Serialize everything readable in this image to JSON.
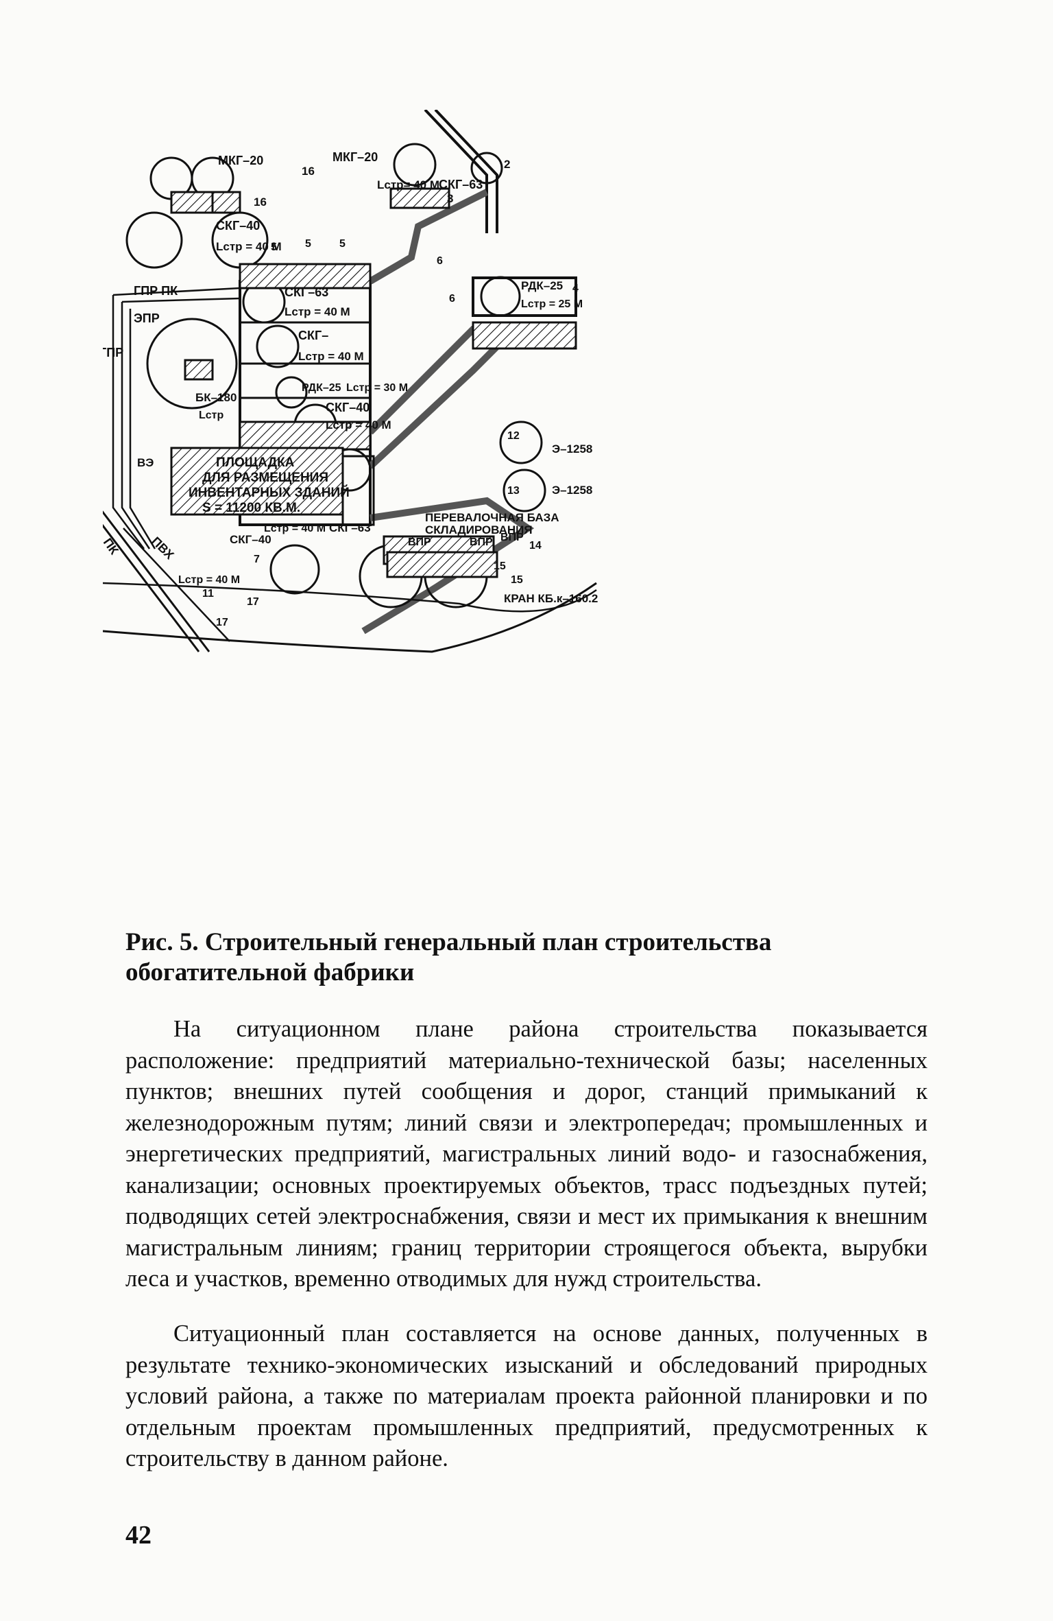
{
  "figure": {
    "labels": {
      "mkg20_left": "МКГ–20",
      "mkg20_right": "МКГ–20",
      "n16_a": "16",
      "n16_b": "16",
      "lstr_40_top": "Lстр= 40 М",
      "skg63_top": "СКГ–63",
      "n2": "2",
      "n3": "3",
      "skg40_left": "СКГ–40",
      "lstr_40_left": "Lстр = 40 М",
      "n5a": "5",
      "n5b": "5",
      "n5c": "5",
      "n6a": "6",
      "n6b": "6",
      "gpr_pk": "ГПР  ПК",
      "epr": "ЭПР",
      "gpr_vertical": "ГПР",
      "skg63_main": "СКГ–63",
      "lstr_40_main": "Lстр = 40 М",
      "skg_mid": "СКГ–",
      "lstr_40_mid": "Lстр = 40 М",
      "rdk25_mid": "РДК–25",
      "lstr_30": "Lстр = 30 М",
      "skg40_mid": "СКГ–40",
      "lstr_40_lower": "Lстр = 40 М",
      "bk180": "БК–180",
      "lstr_bk": "Lстр",
      "rdk25_right": "РДК–25",
      "lstr_25": "Lстр = 25 М",
      "n4": "4",
      "n12": "12",
      "n13": "13",
      "e1258_a": "Э–1258",
      "e1258_b": "Э–1258",
      "ve": "ВЭ",
      "ploshadka_1": "ПЛОЩАДКА",
      "ploshadka_2": "ДЛЯ РАЗМЕЩЕНИЯ",
      "ploshadka_3": "ИНВЕНТАРНЫХ ЗДАНИЙ",
      "ploshadka_4": "S = 11200 КВ.М.",
      "lstr_40_bottom": "Lстр = 40 М",
      "skg63_bottom": "СКГ–63",
      "skg40_bottom": "СКГ–40",
      "n7": "7",
      "lstr_40_small": "Lстр = 40 М",
      "n11": "11",
      "n17a": "17",
      "n17b": "17",
      "pk": "ПК",
      "pvkh": "ПВХ",
      "perevalochnaya_1": "ПЕРЕВАЛОЧНАЯ БАЗА",
      "perevalochnaya_2": "СКЛАДИРОВАНИЯ",
      "vpr1": "ВПР",
      "vpr2": "ВПР",
      "vpr3": "ВПР",
      "n14": "14",
      "n15a": "15",
      "n15b": "15",
      "kran": "КРАН КБ.к–160.2"
    }
  },
  "caption": "Рис. 5. Строительный генеральный план строительства обогатительной фабрики",
  "paragraphs": [
    "На ситуационном плане района строительства показывается расположение: предприятий материально-технической базы; населенных пунктов; внешних путей сообщения и дорог, станций примыканий к железнодорожным путям; линий связи и электропередач; промышленных и энергетических предприятий, магистральных линий водо- и газоснабжения, канализации; основных проектируемых объектов, трасс подъездных путей; подводящих сетей электроснабжения, связи и мест их примыкания к внешним магистральным линиям; границ территории строящегося объекта, вырубки леса и участков, временно отводимых для нужд строительства.",
    "Ситуационный план составляется на основе данных, полученных в результате технико-экономических изысканий и обследований природных условий района, а также по материалам проекта районной планировки и по отдельным проектам промышленных предприятий, предусмотренных к строительству в данном районе."
  ],
  "page_number": "42"
}
